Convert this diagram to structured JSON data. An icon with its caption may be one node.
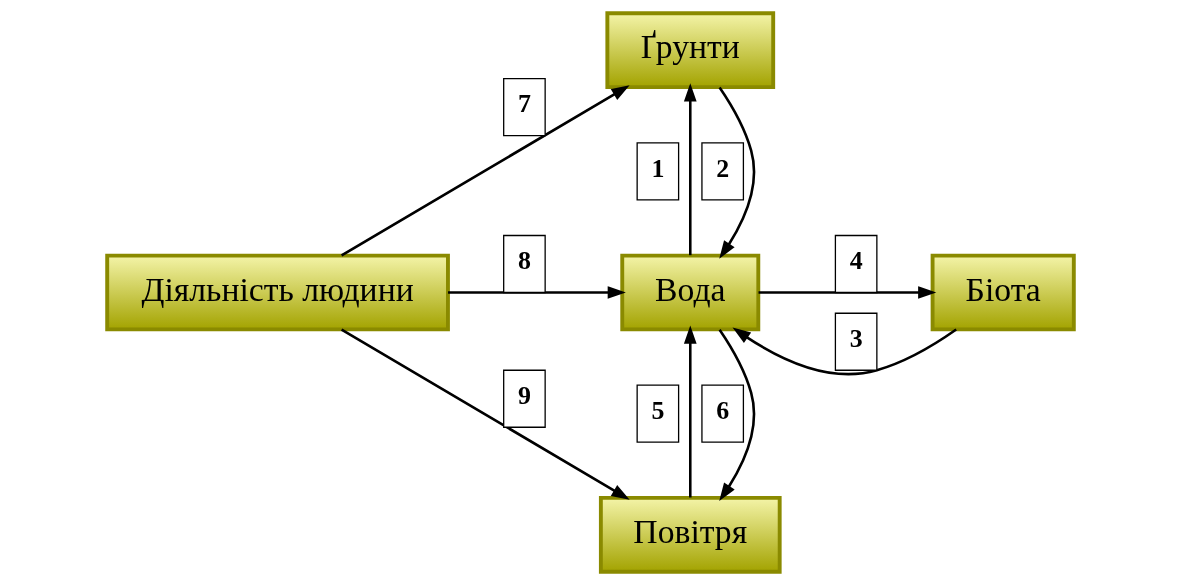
{
  "diagram": {
    "nodes": [
      {
        "text": [
          "Повітря"
        ]
      },
      {
        "text": [
          "Діяльність людини"
        ]
      },
      {
        "text": [
          "Вода"
        ]
      },
      {
        "text": [
          "Біота"
        ]
      },
      {
        "text": [
          "Ґрунти"
        ]
      }
    ],
    "edges": [
      {
        "from": 1,
        "to": 0,
        "arrow": "to",
        "label": "9"
      },
      {
        "from": 0,
        "to": 2,
        "arrow": "to",
        "label": "5"
      },
      {
        "from": 2,
        "to": 0,
        "arrow": "to",
        "label": "6"
      },
      {
        "from": 2,
        "to": 3,
        "arrow": "to",
        "label": "4"
      },
      {
        "from": 1,
        "to": 2,
        "arrow": "to",
        "label": "8"
      },
      {
        "from": 3,
        "to": 2,
        "arrow": "to",
        "label": "3"
      },
      {
        "from": 2,
        "to": 4,
        "arrow": "to",
        "label": "1"
      },
      {
        "from": 4,
        "to": 2,
        "arrow": "to",
        "label": "2"
      },
      {
        "from": 1,
        "to": 4,
        "arrow": "to",
        "label": "7"
      }
    ]
  }
}
